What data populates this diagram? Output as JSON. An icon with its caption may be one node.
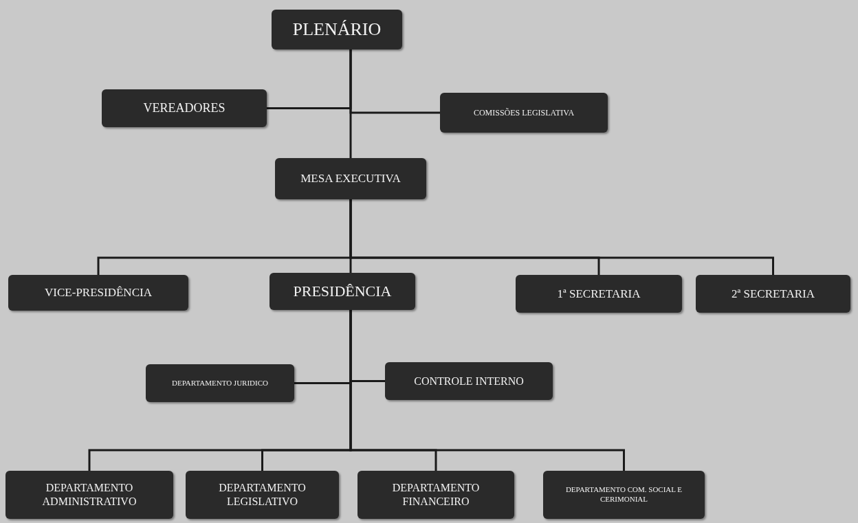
{
  "diagram": {
    "nodes": [
      {
        "text": [
          "PLENÁRIO"
        ]
      },
      {
        "text": [
          "VEREADORES"
        ]
      },
      {
        "text": [
          "COMISSÕES LEGISLATIVA"
        ]
      },
      {
        "text": [
          "MESA EXECUTIVA"
        ]
      },
      {
        "text": [
          "VICE-PRESIDÊNCIA"
        ]
      },
      {
        "text": [
          "PRESIDÊNCIA"
        ]
      },
      {
        "text": [
          "1ª SECRETARIA"
        ]
      },
      {
        "text": [
          "2ª SECRETARIA"
        ]
      },
      {
        "text": [
          "DEPARTAMENTO JURIDICO"
        ]
      },
      {
        "text": [
          "CONTROLE INTERNO"
        ]
      },
      {
        "text": [
          "DEPARTAMENTO ADMINISTRATIVO"
        ]
      },
      {
        "text": [
          "DEPARTAMENTO LEGISLATIVO"
        ]
      },
      {
        "text": [
          "DEPARTAMENTO FINANCEIRO"
        ]
      },
      {
        "text": [
          "DEPARTAMENTO COM. SOCIAL E CERIMONIAL"
        ]
      }
    ],
    "edges": [
      {
        "from": 0,
        "to": 1,
        "arrow": "none"
      },
      {
        "from": 0,
        "to": 2,
        "arrow": "none"
      },
      {
        "from": 0,
        "to": 3,
        "arrow": "none"
      },
      {
        "from": 3,
        "to": 4,
        "arrow": "none"
      },
      {
        "from": 3,
        "to": 5,
        "arrow": "none"
      },
      {
        "from": 3,
        "to": 6,
        "arrow": "none"
      },
      {
        "from": 3,
        "to": 7,
        "arrow": "none"
      },
      {
        "from": 5,
        "to": 8,
        "arrow": "none"
      },
      {
        "from": 5,
        "to": 9,
        "arrow": "none"
      },
      {
        "from": 5,
        "to": 10,
        "arrow": "none"
      },
      {
        "from": 5,
        "to": 11,
        "arrow": "none"
      },
      {
        "from": 5,
        "to": 12,
        "arrow": "none"
      },
      {
        "from": 5,
        "to": 13,
        "arrow": "none"
      }
    ]
  }
}
